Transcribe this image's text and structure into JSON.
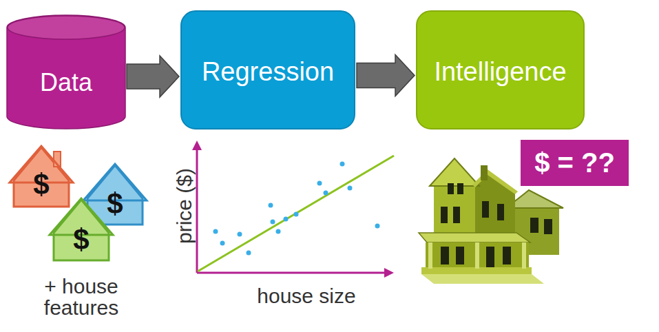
{
  "diagram": {
    "nodes": [
      {
        "text": [
          "Data"
        ]
      },
      {
        "text": [
          "Regression"
        ]
      },
      {
        "text": [
          "Intelligence"
        ]
      },
      {
        "text": [
          "$ = ??"
        ]
      }
    ],
    "edges": [
      {
        "from": 0,
        "to": 1,
        "arrow": "to"
      },
      {
        "from": 1,
        "to": 2,
        "arrow": "to"
      }
    ],
    "labels": [
      "$",
      "$",
      "$",
      "+ house features",
      "price ($)",
      "house size"
    ]
  }
}
